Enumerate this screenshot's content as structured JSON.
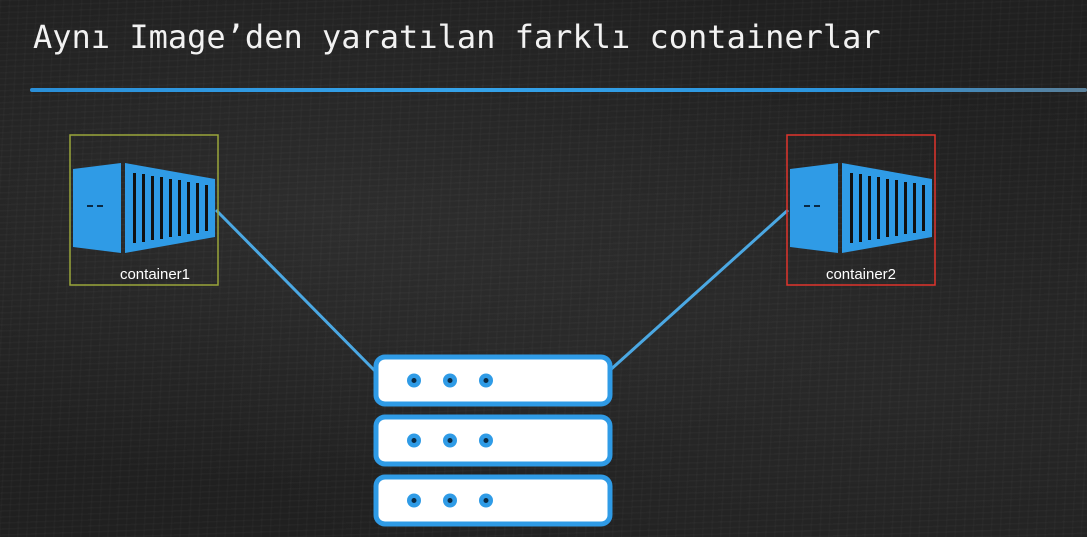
{
  "slide": {
    "title": "Aynı Image’den yaratılan farklı containerlar"
  },
  "diagram": {
    "containers": [
      {
        "label": "container1",
        "border_color": "#9aa63a",
        "icon": "shipping-container-icon"
      },
      {
        "label": "container2",
        "border_color": "#e0342c",
        "icon": "shipping-container-icon"
      }
    ],
    "image_stack": {
      "icon": "server-stack-icon",
      "layers": 3
    },
    "colors": {
      "accent": "#2f9be6",
      "connector": "#4ba8e3",
      "background": "#202020"
    }
  }
}
